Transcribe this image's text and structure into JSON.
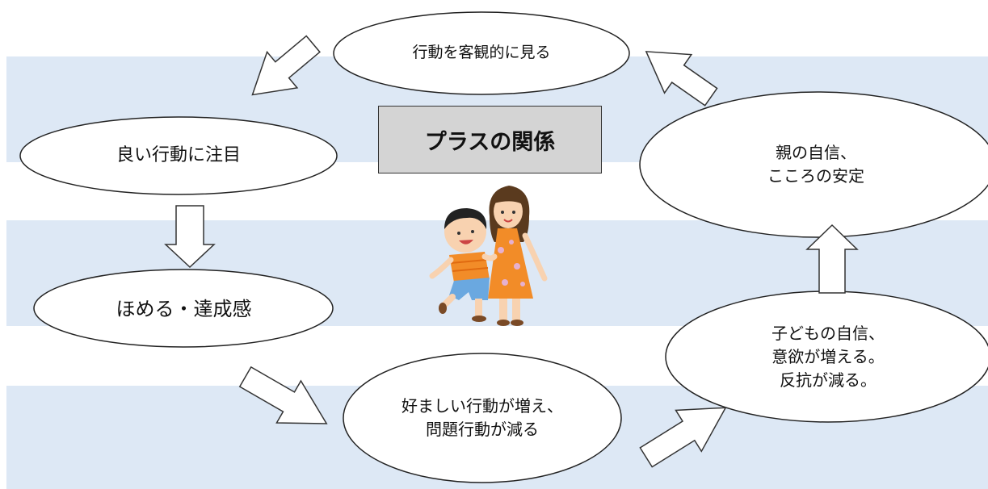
{
  "title": "プラスの関係",
  "nodes": {
    "observe": "行動を客観的に見る",
    "focus_good": "良い行動に注目",
    "praise": "ほめる・達成感",
    "good_behavior": "好ましい行動が増え、\n問題行動が減る",
    "child_confidence": "子どもの自信、\n意欲が増える。\n反抗が減る。",
    "parent_confidence": "親の自信、\nこころの安定"
  },
  "colors": {
    "band": "#dde8f5",
    "title_box": "#d4d4d4",
    "outline": "#222222"
  },
  "icons": {
    "illustration": "mother-and-child-illustration"
  }
}
